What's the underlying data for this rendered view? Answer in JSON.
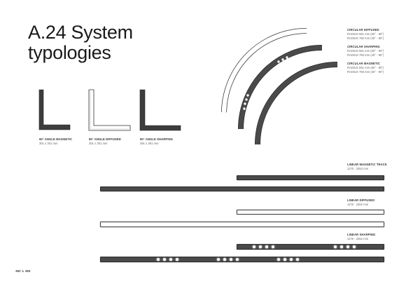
{
  "title_line1": "A.24 System",
  "title_line2": "typologies",
  "angles": [
    {
      "name": "90° ANGLE MAGNETIC",
      "size": "301 x 301 mm"
    },
    {
      "name": "90° ANGLE DIFFUSED",
      "size": "301 x 301 mm"
    },
    {
      "name": "90° ANGLE SHARPING",
      "size": "391 x 391 mm"
    }
  ],
  "circular": [
    {
      "name": "CIRCULAR DIFFUSED",
      "r1": "RADIUS 561 mm (60° - 90°)",
      "r2": "RADIUS 750 mm (45° - 90°)"
    },
    {
      "name": "CIRCULAR SHARPING",
      "r1": "RADIUS 561 mm (60° - 90°)",
      "r2": "RADIUS 750 mm (45° - 90°)"
    },
    {
      "name": "CIRCULAR MAGNETIC",
      "r1": "RADIUS 561 mm (60° - 90°)",
      "r2": "RADIUS 750 mm (45° - 90°)"
    }
  ],
  "linear": [
    {
      "name": "LINEAR MAGNETIC TRACK",
      "range": "1176 - 2352 mm"
    },
    {
      "name": "LINEAR DIFFUSED",
      "range": "1176 - 2352 mm"
    },
    {
      "name": "LINEAR SHARPING",
      "range": "1176 - 2352 mm"
    }
  ],
  "page_left": "382",
  "page_right": "383"
}
